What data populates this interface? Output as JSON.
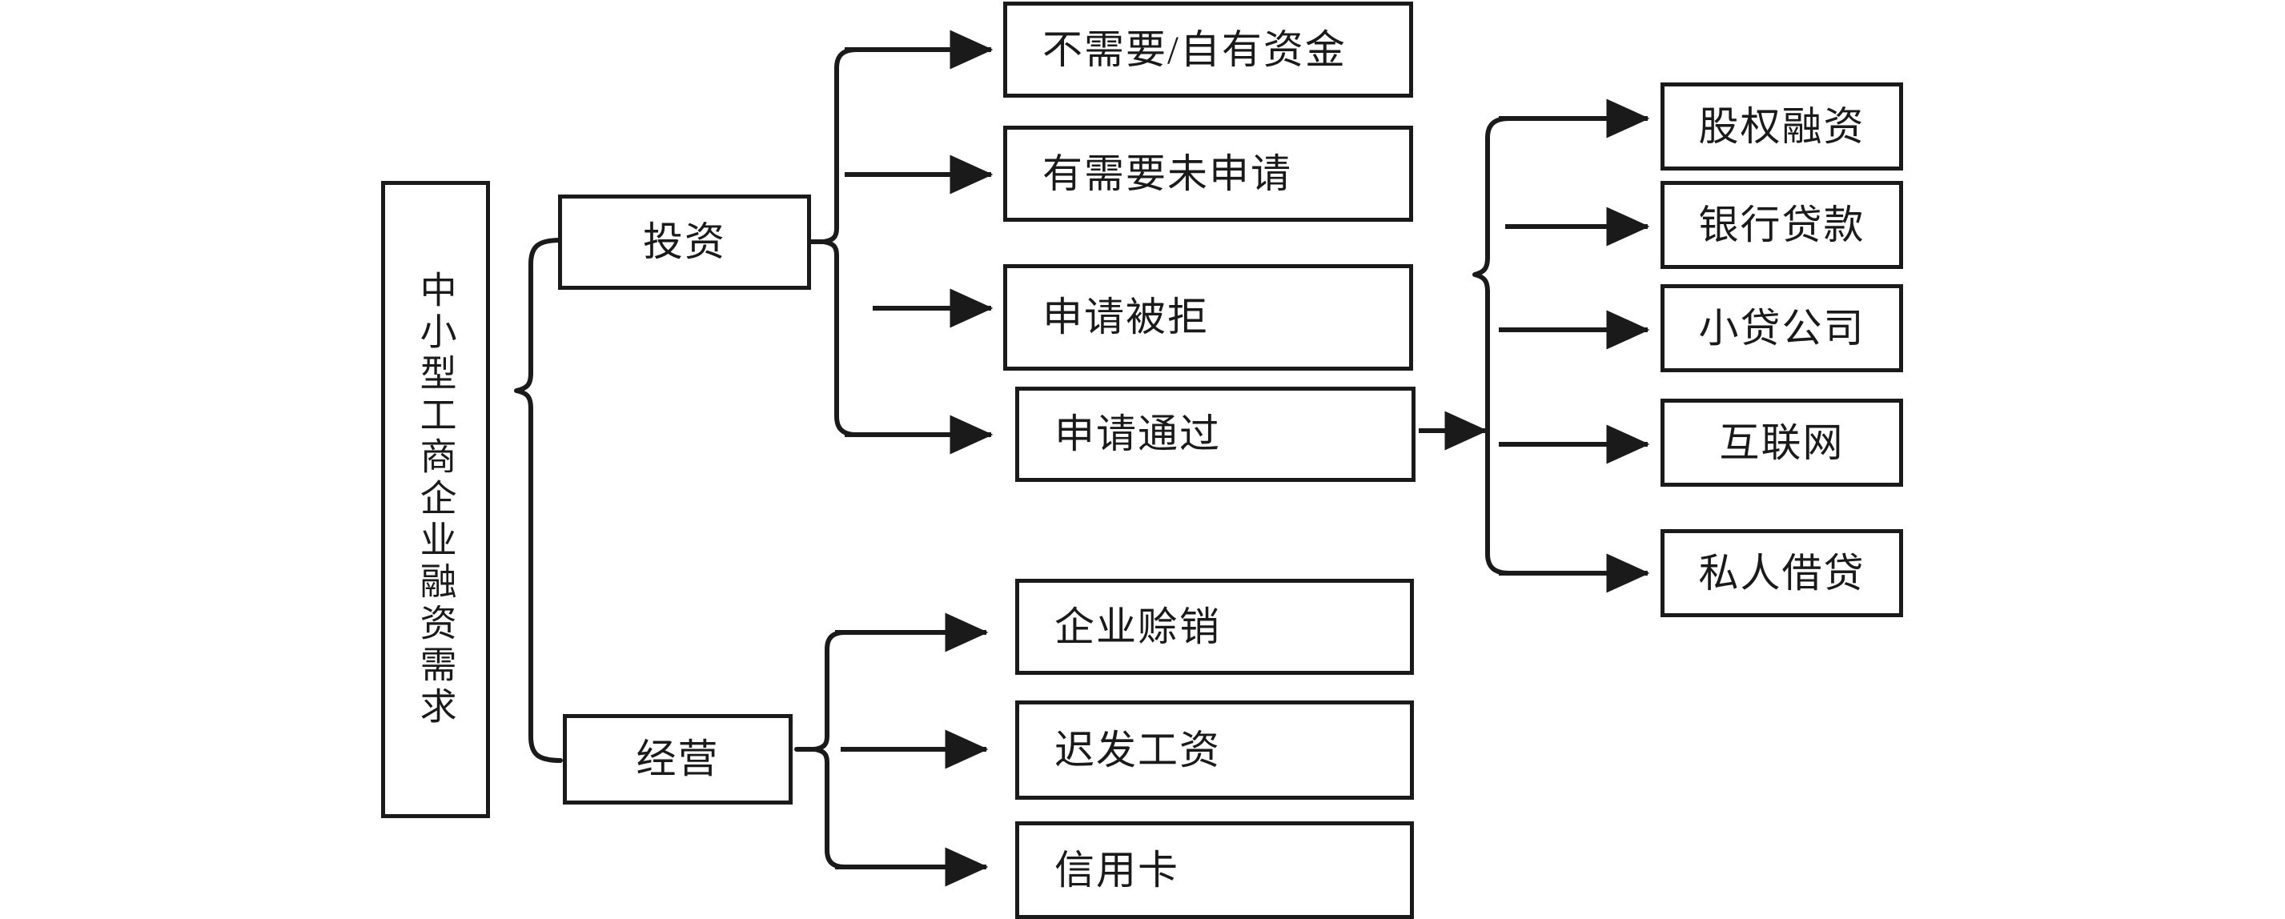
{
  "diagram": {
    "title": "中小型工商企业融资需求",
    "orientation": "left-to-right tree",
    "root": {
      "id": "root",
      "label": "中小型工商企业融资需求",
      "orientation": "vertical-text"
    },
    "branches": [
      {
        "id": "branch-investment",
        "label": "投资",
        "children": [
          {
            "id": "leaf-no-need",
            "label": "不需要/自有资金"
          },
          {
            "id": "leaf-need-not-applied",
            "label": "有需要未申请"
          },
          {
            "id": "leaf-rejected",
            "label": "申请被拒"
          },
          {
            "id": "leaf-approved",
            "label": "申请通过"
          }
        ]
      },
      {
        "id": "branch-operation",
        "label": "经营",
        "children": [
          {
            "id": "leaf-trade-credit",
            "label": "企业赊销"
          },
          {
            "id": "leaf-delayed-wages",
            "label": "迟发工资"
          },
          {
            "id": "leaf-credit-card",
            "label": "信用卡"
          }
        ]
      }
    ],
    "channels": {
      "source": "申请通过",
      "items": [
        {
          "id": "chan-equity",
          "label": "股权融资"
        },
        {
          "id": "chan-bank-loan",
          "label": "银行贷款"
        },
        {
          "id": "chan-micro-loan",
          "label": "小贷公司"
        },
        {
          "id": "chan-internet",
          "label": "互联网"
        },
        {
          "id": "chan-private-lending",
          "label": "私人借贷"
        }
      ]
    },
    "colors": {
      "stroke": "#1a1a1a",
      "fill": "#ffffff",
      "text": "#1a1a1a"
    }
  }
}
